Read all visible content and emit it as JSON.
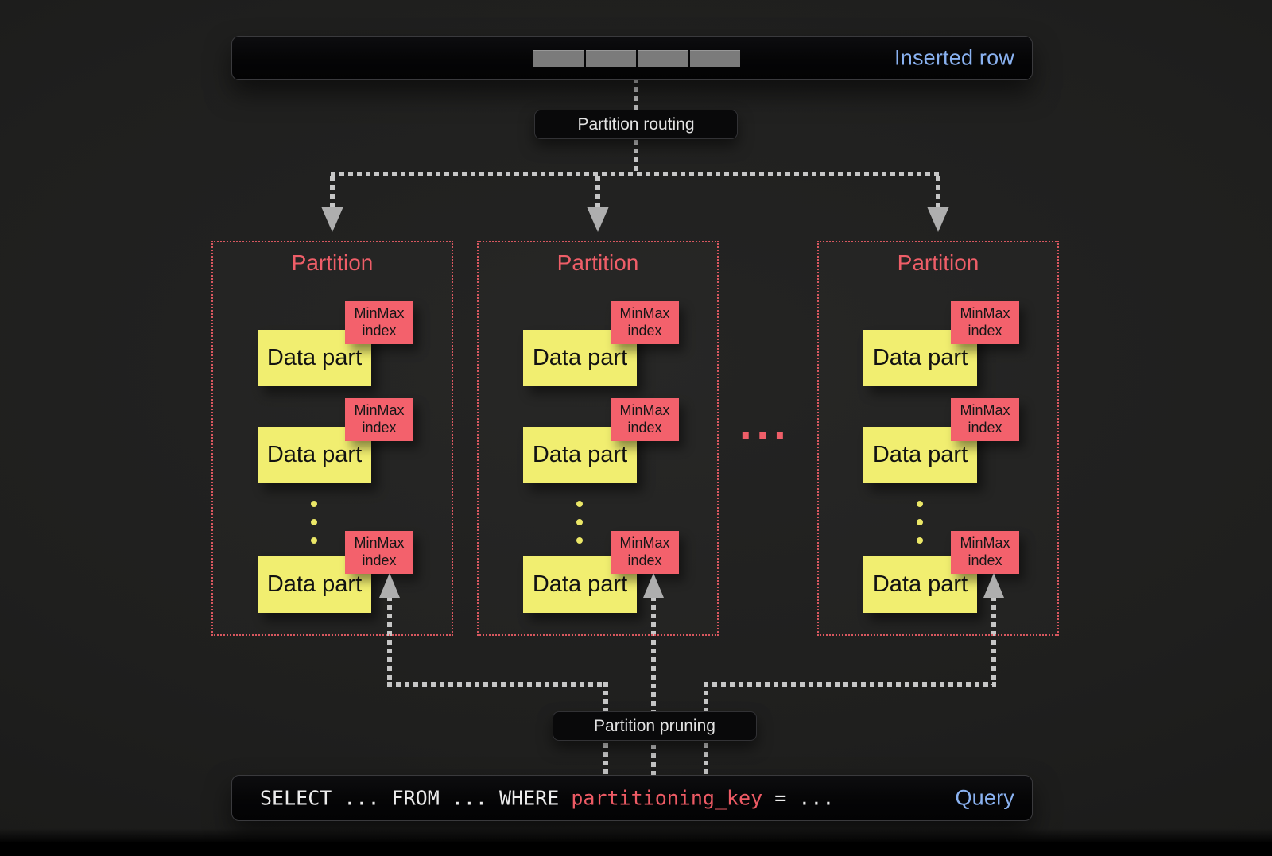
{
  "inserted_row": {
    "label": "Inserted row",
    "segment_count": 4
  },
  "routing": {
    "label": "Partition routing"
  },
  "pruning": {
    "label": "Partition pruning"
  },
  "partitions": [
    {
      "title": "Partition",
      "parts": [
        {
          "label": "Data part",
          "index_label": "MinMax index"
        },
        {
          "label": "Data part",
          "index_label": "MinMax index"
        },
        {
          "label": "Data part",
          "index_label": "MinMax index"
        }
      ]
    },
    {
      "title": "Partition",
      "parts": [
        {
          "label": "Data part",
          "index_label": "MinMax index"
        },
        {
          "label": "Data part",
          "index_label": "MinMax index"
        },
        {
          "label": "Data part",
          "index_label": "MinMax index"
        }
      ]
    },
    {
      "title": "Partition",
      "parts": [
        {
          "label": "Data part",
          "index_label": "MinMax index"
        },
        {
          "label": "Data part",
          "index_label": "MinMax index"
        },
        {
          "label": "Data part",
          "index_label": "MinMax index"
        }
      ]
    }
  ],
  "ellipsis": "...",
  "query": {
    "sql_before": "SELECT ... FROM ... WHERE ",
    "sql_key": "partitioning_key",
    "sql_after": " = ...",
    "label": "Query"
  },
  "colors": {
    "background": "#1f1f1e",
    "bar_background": "#050506",
    "accent_blue": "#8ab2f1",
    "partition_border_red": "#d8575f",
    "partition_title_red": "#ee5e68",
    "minmax_red": "#f3616c",
    "data_part_yellow": "#f1ee70",
    "dash_gray": "#c6c6c6",
    "segment_gray": "#7b7b7b",
    "sql_key_red": "#ee5b65"
  }
}
